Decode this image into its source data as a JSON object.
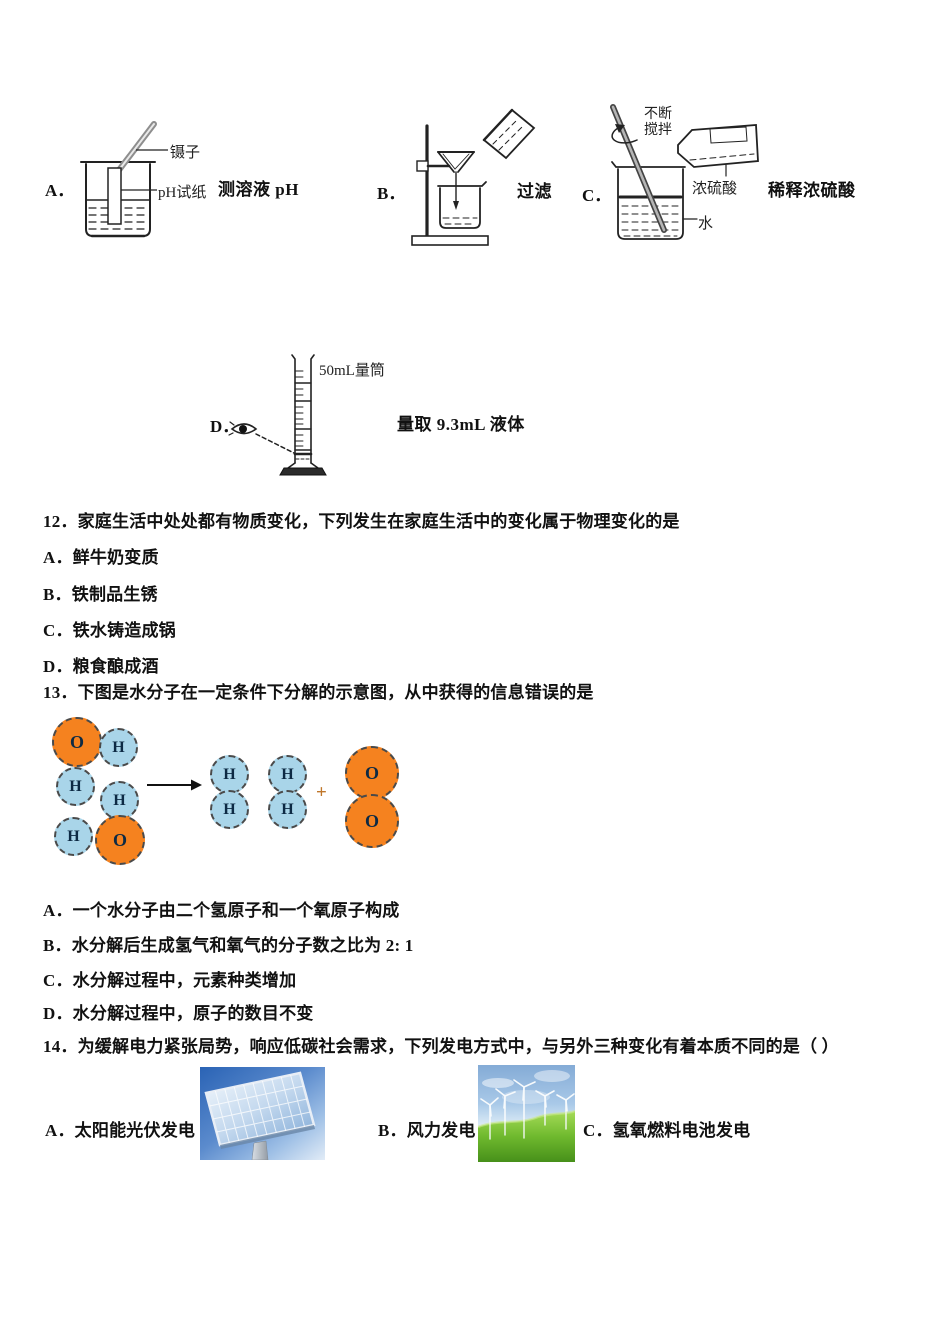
{
  "apparatus": {
    "a": {
      "letter": "A．",
      "caption": "测溶液 pH",
      "tweezers_label": "镊子",
      "ph_paper_label": "pH试纸"
    },
    "b": {
      "letter": "B．",
      "caption": "过滤"
    },
    "c": {
      "letter": "C．",
      "caption": "稀释浓硫酸",
      "stir_label": "不断\n搅拌",
      "acid_label": "浓硫酸",
      "water_label": "水"
    },
    "d": {
      "letter": "D．",
      "caption": "量取 9.3mL 液体",
      "cylinder_label": "50mL量筒"
    }
  },
  "q12": {
    "stem": "12．家庭生活中处处都有物质变化，下列发生在家庭生活中的变化属于物理变化的是",
    "options": [
      "A．鲜牛奶变质",
      "B．铁制品生锈",
      "C．铁水铸造成锅",
      "D．粮食酿成酒"
    ]
  },
  "q13": {
    "stem": "13．下图是水分子在一定条件下分解的示意图，从中获得的信息错误的是",
    "diagram": {
      "atoms": [
        {
          "symbol": "O"
        },
        {
          "symbol": "H"
        },
        {
          "symbol": "H"
        },
        {
          "symbol": "H"
        },
        {
          "symbol": "H"
        },
        {
          "symbol": "O"
        },
        {
          "symbol": "H"
        },
        {
          "symbol": "H"
        },
        {
          "symbol": "H"
        },
        {
          "symbol": "H"
        },
        {
          "symbol": "O"
        },
        {
          "symbol": "O"
        }
      ],
      "plus": "+"
    },
    "options": [
      "A．一个水分子由二个氢原子和一个氧原子构成",
      "B．水分解后生成氢气和氧气的分子数之比为 2: 1",
      "C．水分解过程中，元素种类增加",
      "D．水分解过程中，原子的数目不变"
    ]
  },
  "q14": {
    "stem": "14．为缓解电力紧张局势，响应低碳社会需求，下列发电方式中，与另外三种变化有着本质不同的是（  ）",
    "options": [
      "A．太阳能光伏发电",
      "B．风力发电",
      "C．氢氧燃料电池发电"
    ]
  },
  "colors": {
    "oxygen_atom": "#f5821f",
    "hydrogen_atom": "#a9d5e9",
    "plus_sign": "#c0772b"
  }
}
